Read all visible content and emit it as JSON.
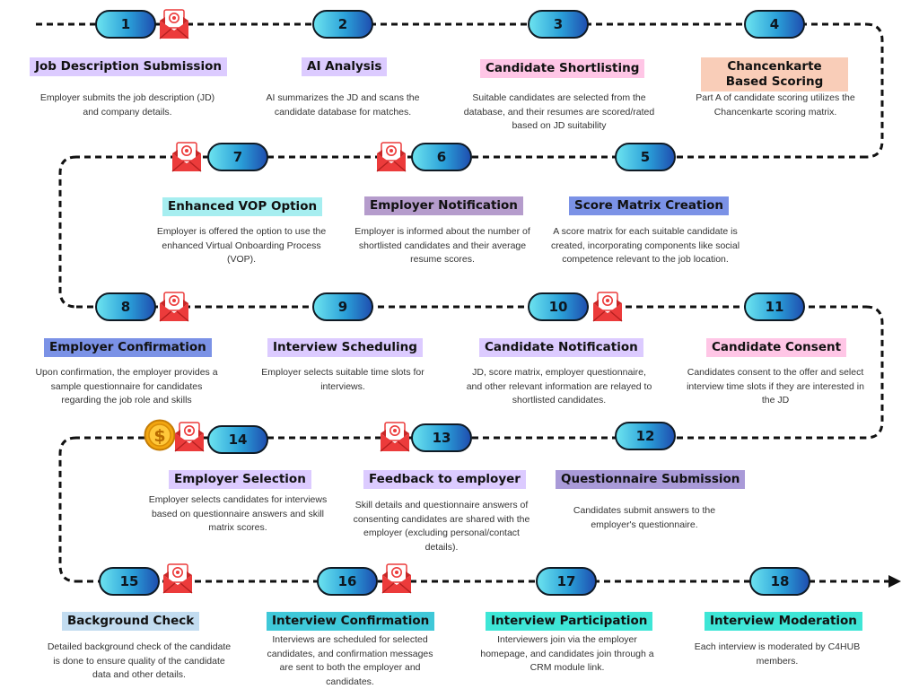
{
  "colors": {
    "line": "#111111",
    "pill_gradient": [
      "#6be2ef",
      "#2a9fd8",
      "#1f4fb0"
    ],
    "envelope": "#ec3b3b",
    "coin": "#f2a50f"
  },
  "steps": [
    {
      "number": "1",
      "title": "Job Description Submission",
      "description": "Employer submits the job description (JD) and company details.",
      "label_color": "#dccbff",
      "icon": "email-envelope-icon"
    },
    {
      "number": "2",
      "title": "AI Analysis",
      "description": "AI summarizes the JD and scans the candidate database for matches.",
      "label_color": "#dccbff",
      "icon": ""
    },
    {
      "number": "3",
      "title": "Candidate Shortlisting",
      "description": "Suitable candidates are selected from the database, and their resumes are scored/rated based on JD suitability",
      "label_color": "#ffc6e6",
      "icon": ""
    },
    {
      "number": "4",
      "title": "Chancenkarte Based Scoring",
      "description": "Part A of candidate scoring utilizes the Chancenkarte scoring matrix.",
      "label_color": "#f9cdb8",
      "icon": ""
    },
    {
      "number": "5",
      "title": "Score Matrix Creation",
      "description": "A score matrix for each suitable candidate is created, incorporating components like social competence relevant to the job location.",
      "label_color": "#7b92e6",
      "icon": ""
    },
    {
      "number": "6",
      "title": "Employer Notification",
      "description": "Employer is informed about the number of shortlisted candidates and their average resume scores.",
      "label_color": "#b59ccc",
      "icon": "email-envelope-icon"
    },
    {
      "number": "7",
      "title": "Enhanced VOP Option",
      "description": "Employer is offered the option to use the enhanced Virtual Onboarding Process (VOP).",
      "label_color": "#a6eef0",
      "icon": "email-envelope-icon"
    },
    {
      "number": "8",
      "title": "Employer Confirmation",
      "description": "Upon confirmation, the employer provides a sample questionnaire for candidates regarding the job role and skills",
      "label_color": "#7b92e6",
      "icon": "email-envelope-icon"
    },
    {
      "number": "9",
      "title": "Interview Scheduling",
      "description": "Employer selects suitable time slots for interviews.",
      "label_color": "#dccbff",
      "icon": ""
    },
    {
      "number": "10",
      "title": "Candidate Notification",
      "description": "JD, score matrix, employer questionnaire, and other relevant information are relayed to shortlisted candidates.",
      "label_color": "#dccbff",
      "icon": "email-envelope-icon"
    },
    {
      "number": "11",
      "title": "Candidate Consent",
      "description": "Candidates consent to the offer and select interview time slots if they are interested in the JD",
      "label_color": "#ffc6e6",
      "icon": ""
    },
    {
      "number": "12",
      "title": "Questionnaire Submission",
      "description": "Candidates submit answers to the employer's questionnaire.",
      "label_color": "#a99ad8",
      "icon": ""
    },
    {
      "number": "13",
      "title": "Feedback to employer",
      "description": "Skill details and questionnaire answers of consenting candidates are shared with the employer (excluding personal/contact details).",
      "label_color": "#dccbff",
      "icon": "email-envelope-icon"
    },
    {
      "number": "14",
      "title": "Employer Selection",
      "description": "Employer selects candidates for interviews based on questionnaire answers and skill matrix scores.",
      "label_color": "#dccbff",
      "icon": "email-envelope-icon"
    },
    {
      "number": "15",
      "title": "Background Check",
      "description": "Detailed background check of the candidate is done to ensure quality of the candidate data and other details.",
      "label_color": "#c2dcf0",
      "icon": "email-envelope-icon"
    },
    {
      "number": "16",
      "title": "Interview Confirmation",
      "description": "Interviews are scheduled for selected candidates, and confirmation messages are sent to both the employer and candidates.",
      "label_color": "#3fc8d8",
      "icon": "email-envelope-icon"
    },
    {
      "number": "17",
      "title": "Interview Participation",
      "description": "Interviewers join via the employer homepage, and candidates join through a CRM module link.",
      "label_color": "#3ee6d6",
      "icon": ""
    },
    {
      "number": "18",
      "title": "Interview Moderation",
      "description": "Each interview is moderated by C4HUB members.",
      "label_color": "#3ee6d6",
      "icon": ""
    }
  ]
}
